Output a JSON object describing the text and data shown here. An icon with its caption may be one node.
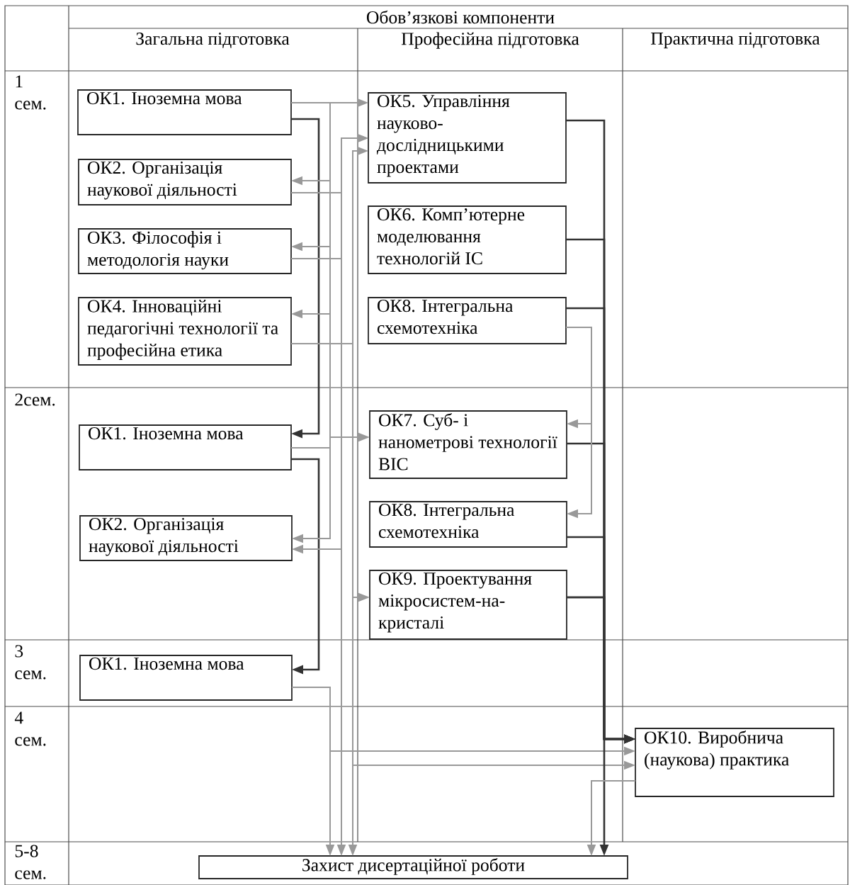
{
  "diagram": {
    "nodes": [
      {
        "text": [
          "ОК1. Іноземна мова"
        ]
      },
      {
        "text": [
          "ОК2. Організація наукової діяльності"
        ]
      },
      {
        "text": [
          "ОК3. Філософія і методологія науки"
        ]
      },
      {
        "text": [
          "ОК4. Інноваційні педагогічні технології та професійна етика"
        ]
      },
      {
        "text": [
          "ОК5. Управління науково-дослідницькими проектами"
        ]
      },
      {
        "text": [
          "ОК6. Комп’ютерне моделювання технологій ІС"
        ]
      },
      {
        "text": [
          "ОК8. Інтегральна схемотехніка"
        ]
      },
      {
        "text": [
          "ОК7. Суб- і нанометрові технології ВІС"
        ]
      },
      {
        "text": [
          "ОК8. Інтегральна схемотехніка"
        ]
      },
      {
        "text": [
          "ОК9. Проектування мікросистем-на-кристалі"
        ]
      },
      {
        "text": [
          "ОК1. Іноземна мова"
        ]
      },
      {
        "text": [
          "ОК2. Організація наукової діяльності"
        ]
      },
      {
        "text": [
          "ОК1. Іноземна мова"
        ]
      },
      {
        "text": [
          "ОК10. Виробнича (наукова) практика"
        ]
      },
      {
        "text": [
          "Захист дисертаційної роботи"
        ]
      }
    ],
    "edges": [
      {
        "from": 0,
        "to": 4,
        "arrow": "to"
      },
      {
        "from": 0,
        "to": 10,
        "arrow": "to",
        "color": "#333333"
      },
      {
        "from": 10,
        "to": 12,
        "arrow": "to",
        "color": "#333333"
      },
      {
        "from": 0,
        "to": 1,
        "arrow": "to"
      },
      {
        "from": 0,
        "to": 2,
        "arrow": "to"
      },
      {
        "from": 0,
        "to": 3,
        "arrow": "to"
      },
      {
        "from": 1,
        "to": 4,
        "arrow": "to"
      },
      {
        "from": 2,
        "to": 4,
        "arrow": "to"
      },
      {
        "from": 3,
        "to": 4,
        "arrow": "to"
      },
      {
        "from": 10,
        "to": 7,
        "arrow": "to"
      },
      {
        "from": 1,
        "to": 11,
        "arrow": "to"
      },
      {
        "from": 0,
        "to": 11,
        "arrow": "to"
      },
      {
        "from": 3,
        "to": 9,
        "arrow": "to"
      },
      {
        "from": 12,
        "to": 13,
        "arrow": "to"
      },
      {
        "from": 3,
        "to": 13,
        "arrow": "to"
      },
      {
        "from": 12,
        "to": 14,
        "arrow": "to"
      },
      {
        "from": 2,
        "to": 14,
        "arrow": "to"
      },
      {
        "from": 3,
        "to": 14,
        "arrow": "to"
      },
      {
        "from": 4,
        "to": 13,
        "arrow": "to",
        "color": "#333333"
      },
      {
        "from": 5,
        "to": 13,
        "arrow": "to",
        "color": "#333333"
      },
      {
        "from": 6,
        "to": 13,
        "arrow": "to",
        "color": "#333333"
      },
      {
        "from": 7,
        "to": 13,
        "arrow": "to",
        "color": "#333333"
      },
      {
        "from": 8,
        "to": 13,
        "arrow": "to",
        "color": "#333333"
      },
      {
        "from": 9,
        "to": 13,
        "arrow": "to",
        "color": "#333333"
      },
      {
        "from": 9,
        "to": 14,
        "arrow": "to",
        "color": "#333333"
      },
      {
        "from": 6,
        "to": 7,
        "arrow": "to"
      },
      {
        "from": 6,
        "to": 8,
        "arrow": "to"
      },
      {
        "from": 13,
        "to": 14,
        "arrow": "to"
      }
    ],
    "labels": [
      "Обов’язкові компоненти",
      "Загальна підготовка",
      "Професійна підготовка",
      "Практична підготовка",
      "1 сем.",
      "2сем.",
      "3 сем.",
      "4 сем.",
      "5-8 сем."
    ]
  }
}
